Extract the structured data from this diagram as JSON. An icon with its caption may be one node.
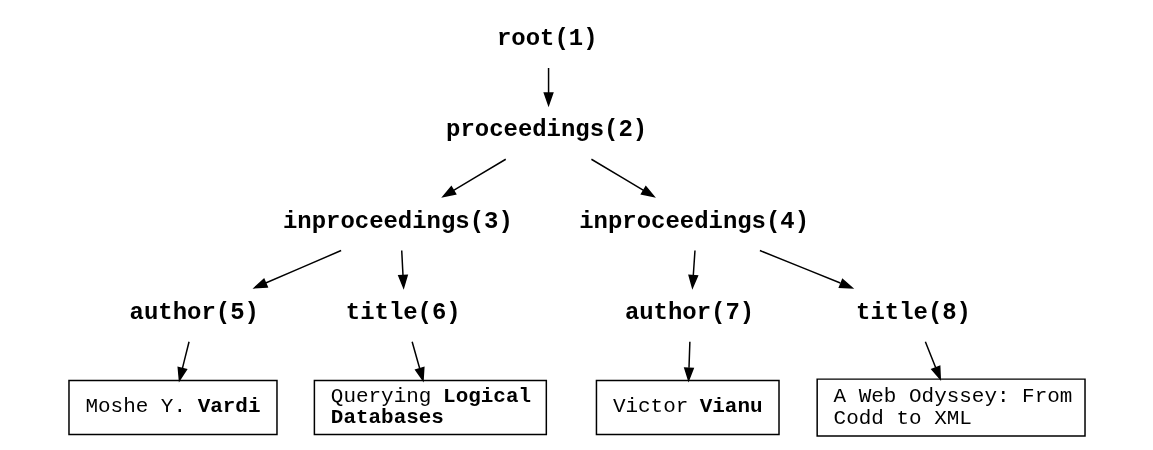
{
  "diagram": {
    "nodes": [
      {
        "text": [
          "root(1)"
        ]
      },
      {
        "text": [
          "proceedings(2)"
        ]
      },
      {
        "text": [
          "inproceedings(3)"
        ]
      },
      {
        "text": [
          "inproceedings(4)"
        ]
      },
      {
        "text": [
          "author(5)"
        ]
      },
      {
        "text": [
          "title(6)"
        ]
      },
      {
        "text": [
          "author(7)"
        ]
      },
      {
        "text": [
          "title(8)"
        ]
      },
      {
        "text": [
          "Moshe Y. **Vardi**"
        ]
      },
      {
        "text": [
          "Querying **Logical Databases**"
        ]
      },
      {
        "text": [
          "Victor **Vianu**"
        ]
      },
      {
        "text": [
          "A Web Odyssey: From Codd to XML"
        ]
      }
    ],
    "edges": [
      {
        "from": 0,
        "to": 1,
        "arrow": "to"
      },
      {
        "from": 1,
        "to": 2,
        "arrow": "to"
      },
      {
        "from": 1,
        "to": 3,
        "arrow": "to"
      },
      {
        "from": 2,
        "to": 4,
        "arrow": "to"
      },
      {
        "from": 2,
        "to": 5,
        "arrow": "to"
      },
      {
        "from": 3,
        "to": 6,
        "arrow": "to"
      },
      {
        "from": 3,
        "to": 7,
        "arrow": "to"
      },
      {
        "from": 4,
        "to": 8,
        "arrow": "to"
      },
      {
        "from": 5,
        "to": 9,
        "arrow": "to"
      },
      {
        "from": 6,
        "to": 10,
        "arrow": "to"
      },
      {
        "from": 7,
        "to": 11,
        "arrow": "to"
      }
    ]
  }
}
